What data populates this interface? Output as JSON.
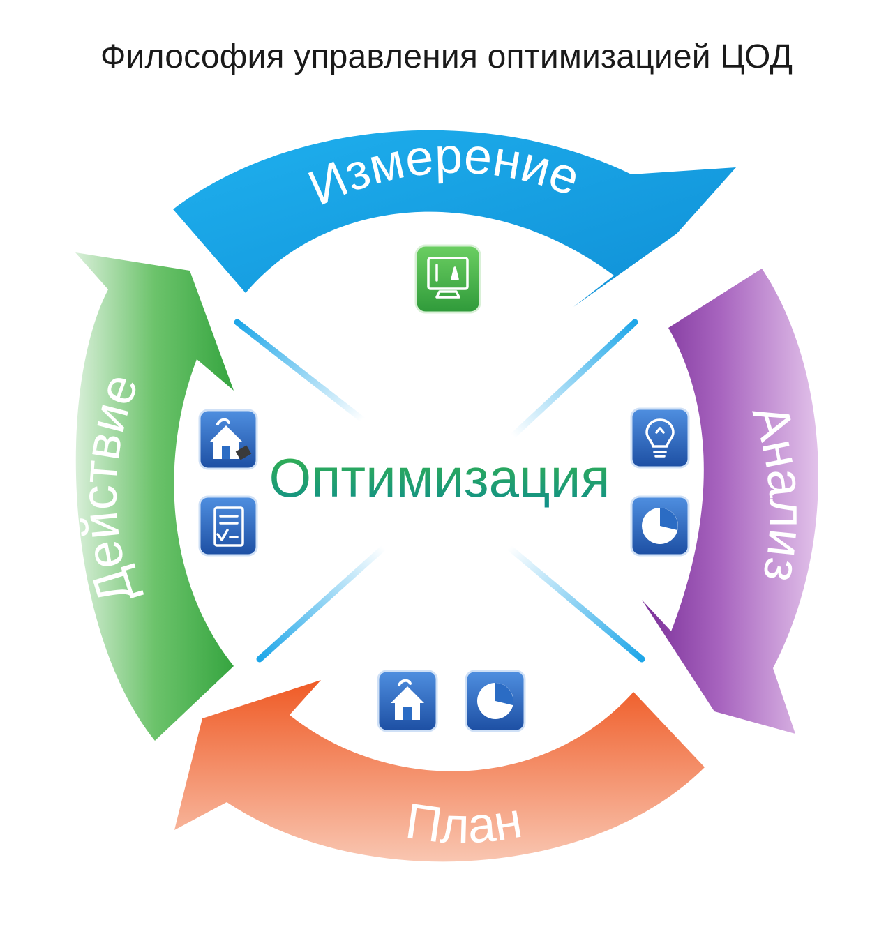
{
  "title": "Философия управления оптимизацией ЦОД",
  "center": {
    "label": "Оптимизация",
    "color": "#1e9a5a"
  },
  "cycle": [
    {
      "id": "measure",
      "label": "Измерение",
      "color": "#1ba6e6",
      "icons": [
        "monitor-icon"
      ]
    },
    {
      "id": "analysis",
      "label": "Анализ",
      "color": "#8b3fa6",
      "icons": [
        "lightbulb-icon",
        "pie-chart-icon"
      ]
    },
    {
      "id": "plan",
      "label": "План",
      "color": "#ee5a2a",
      "icons": [
        "house-icon",
        "pie-chart-icon"
      ]
    },
    {
      "id": "action",
      "label": "Действие",
      "color": "#3fae49",
      "icons": [
        "house-tools-icon",
        "checklist-icon"
      ]
    }
  ],
  "colors": {
    "icon_blue": "#2b6cc4",
    "icon_green": "#3fb24a",
    "connector": "#35aee8"
  }
}
